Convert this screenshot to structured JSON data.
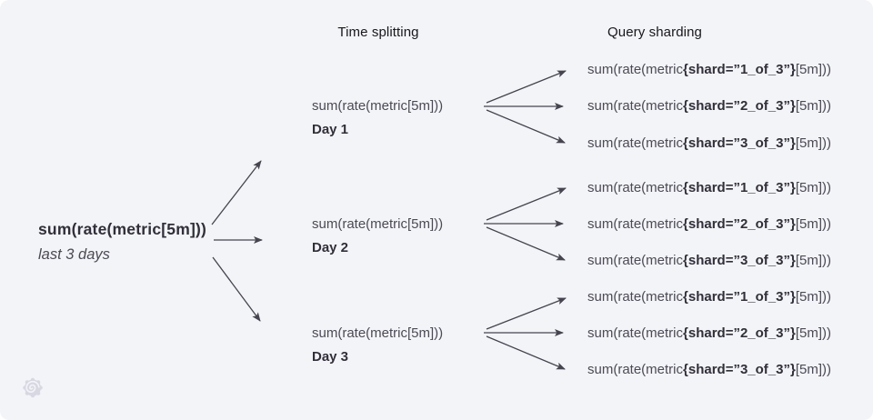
{
  "colors": {
    "background": "#f3f4f8",
    "heading_text": "#17171c",
    "expression_text": "#4c4a55",
    "bold_text": "#312f39",
    "arrow": "#45444f",
    "watermark": "#d7d8e2"
  },
  "headers": {
    "time_splitting": "Time splitting",
    "query_sharding": "Query sharding"
  },
  "root_query": {
    "expression": "sum(rate(metric[5m]))",
    "time_range": "last 3 days"
  },
  "time_splits": [
    {
      "expression": "sum(rate(metric[5m]))",
      "label": "Day 1"
    },
    {
      "expression": "sum(rate(metric[5m]))",
      "label": "Day 2"
    },
    {
      "expression": "sum(rate(metric[5m]))",
      "label": "Day 3"
    }
  ],
  "sharded_queries": {
    "prefix": "sum(rate(metric",
    "suffix": "[5m]))",
    "groups": [
      [
        "{shard=”1_of_3”}",
        "{shard=”2_of_3”}",
        "{shard=”3_of_3”}"
      ],
      [
        "{shard=”1_of_3”}",
        "{shard=”2_of_3”}",
        "{shard=”3_of_3”}"
      ],
      [
        "{shard=”1_of_3”}",
        "{shard=”2_of_3”}",
        "{shard=”3_of_3”}"
      ]
    ]
  },
  "icons": {
    "watermark": "grafana-spiral-icon"
  }
}
